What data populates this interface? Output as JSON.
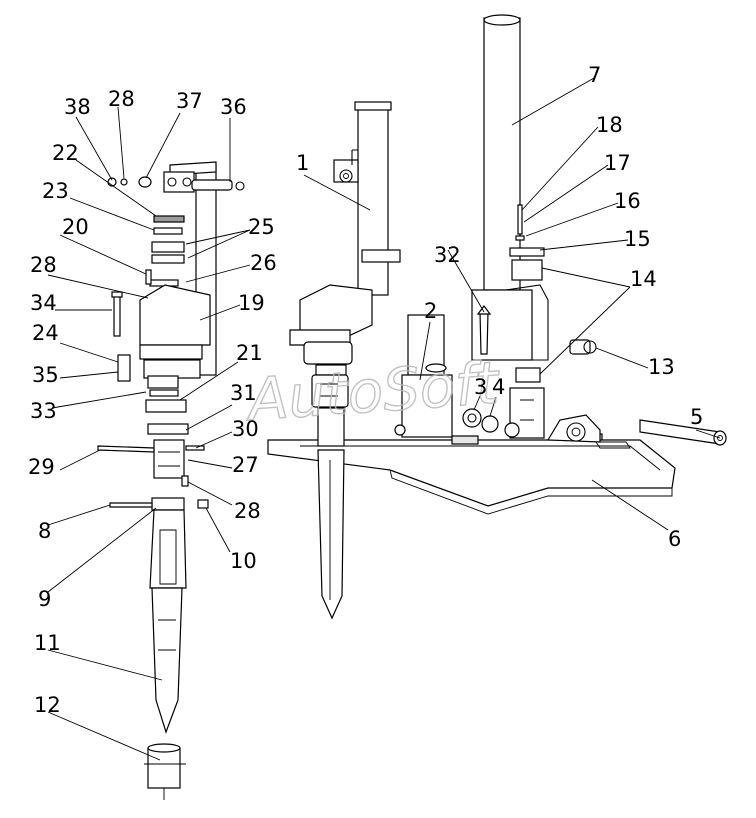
{
  "watermark": "AutoSoft",
  "callouts": [
    "1",
    "2",
    "3",
    "4",
    "5",
    "6",
    "7",
    "8",
    "9",
    "10",
    "11",
    "12",
    "13",
    "14",
    "15",
    "16",
    "17",
    "18",
    "19",
    "20",
    "21",
    "22",
    "23",
    "24",
    "25",
    "26",
    "27",
    "28",
    "29",
    "30",
    "31",
    "32",
    "33",
    "34",
    "35",
    "36",
    "37",
    "38"
  ]
}
